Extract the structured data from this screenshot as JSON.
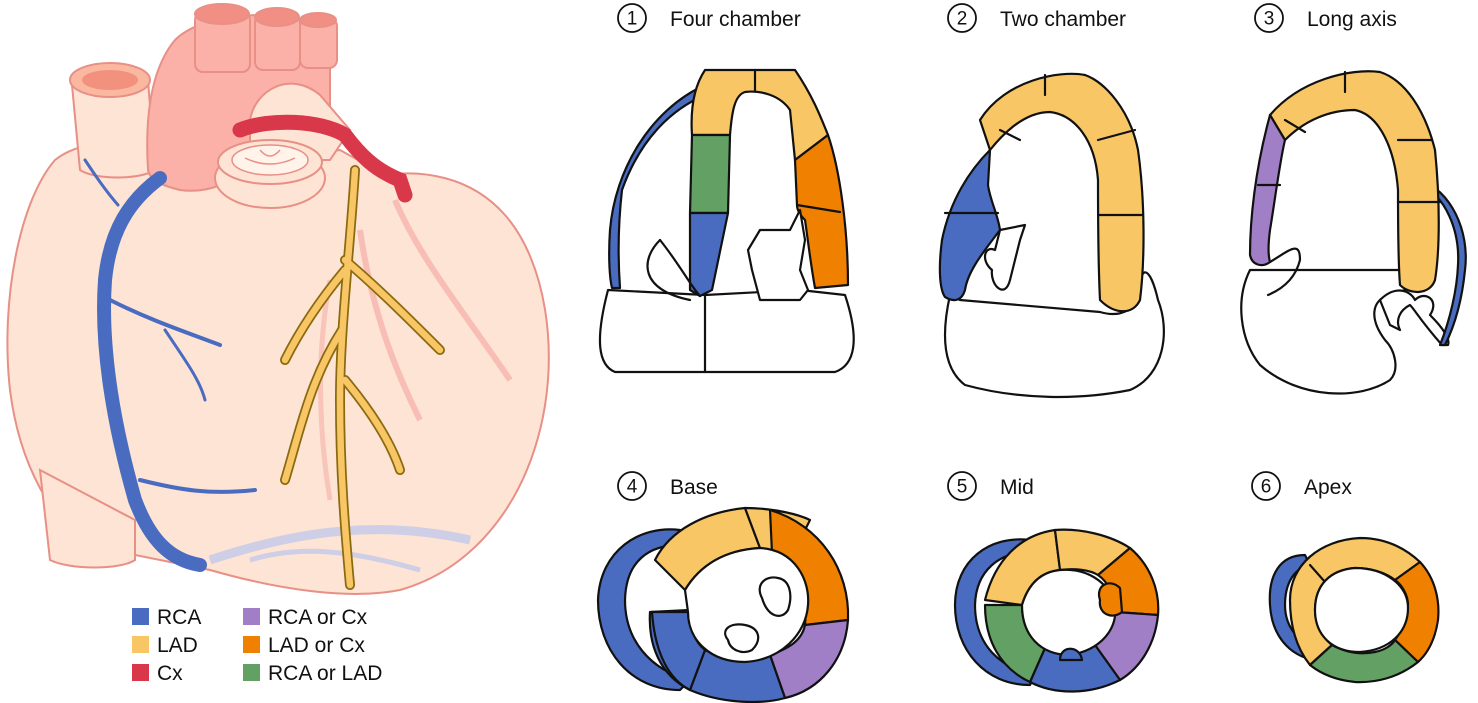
{
  "colors": {
    "RCA": "#4a6cc0",
    "LAD": "#f9c665",
    "Cx": "#d9374a",
    "RCA_or_Cx": "#a07fc6",
    "LAD_or_Cx": "#f08000",
    "RCA_or_LAD": "#62a064",
    "heart_body": "#fde4d4",
    "heart_outline": "#e88f86",
    "vessel_pink": "#f5a3a0"
  },
  "views": [
    {
      "number": "1",
      "title": "Four chamber"
    },
    {
      "number": "2",
      "title": "Two chamber"
    },
    {
      "number": "3",
      "title": "Long axis"
    },
    {
      "number": "4",
      "title": "Base"
    },
    {
      "number": "5",
      "title": "Mid"
    },
    {
      "number": "6",
      "title": "Apex"
    }
  ],
  "legend": [
    {
      "label": "RCA",
      "color": "#4a6cc0"
    },
    {
      "label": "LAD",
      "color": "#f9c665"
    },
    {
      "label": "Cx",
      "color": "#d9374a"
    },
    {
      "label": "RCA or Cx",
      "color": "#a07fc6"
    },
    {
      "label": "LAD or Cx",
      "color": "#f08000"
    },
    {
      "label": "RCA or LAD",
      "color": "#62a064"
    }
  ]
}
